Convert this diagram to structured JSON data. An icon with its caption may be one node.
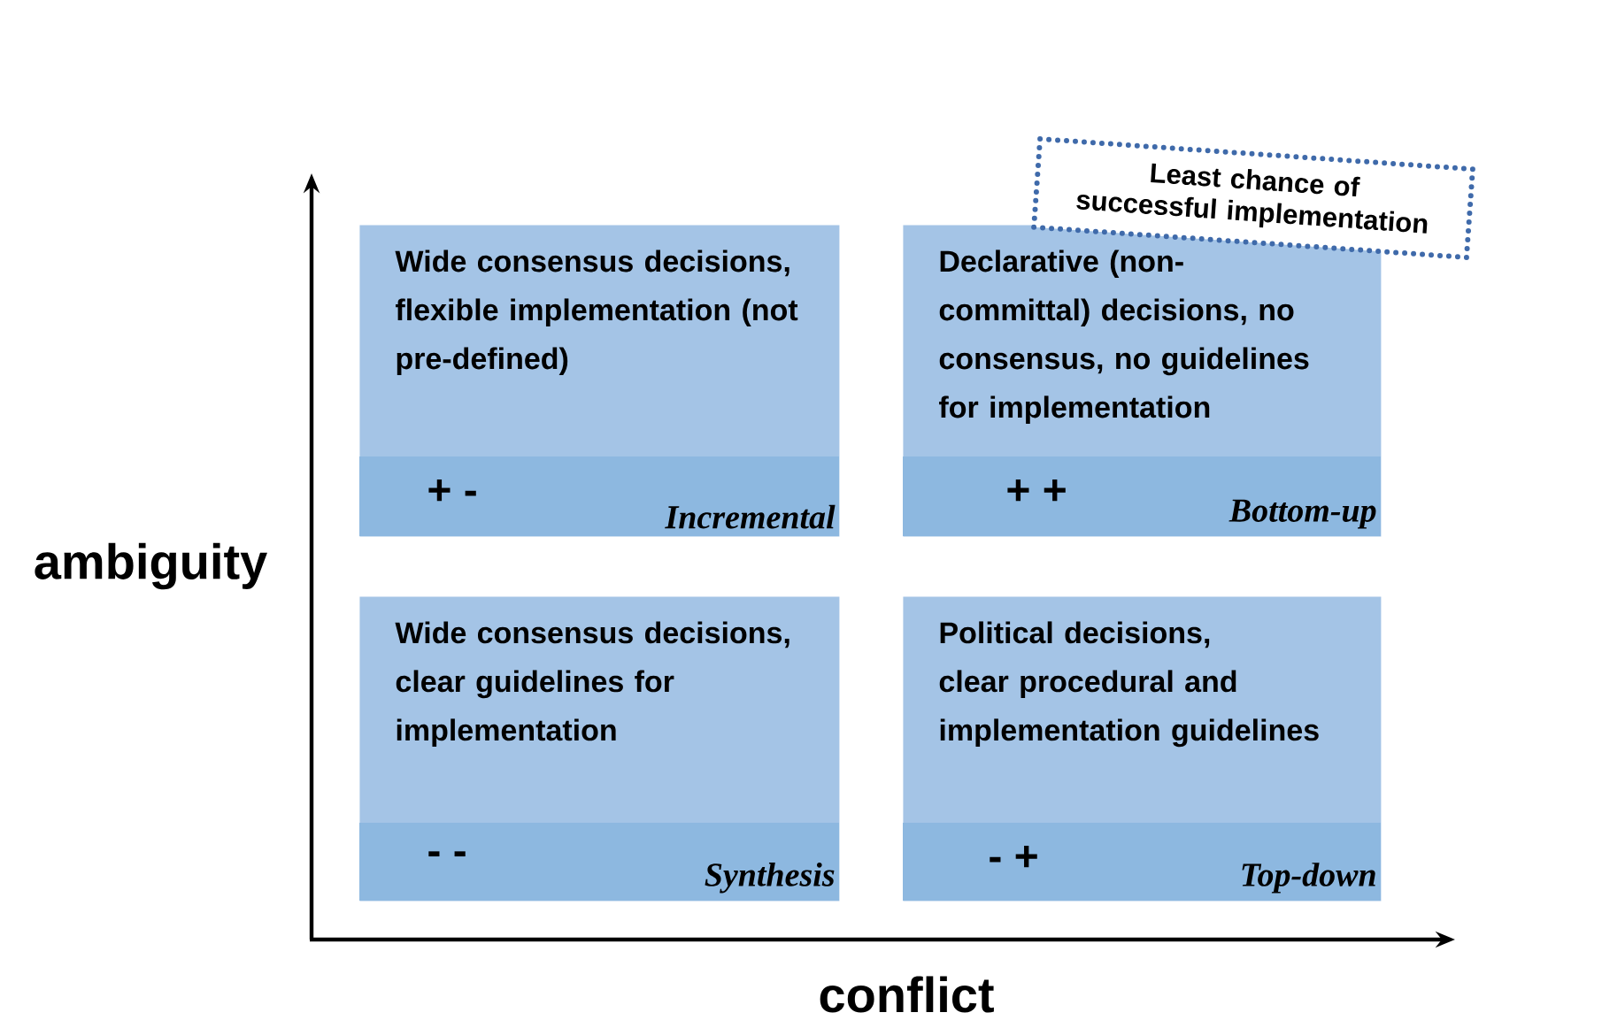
{
  "diagram": {
    "nodes": [
      {
        "text": [
          "Wide consensus decisions, flexible implementation (not pre-defined)",
          "+ -",
          "Incremental"
        ]
      },
      {
        "text": [
          "Declarative (non-committal) decisions, no consensus, no guidelines for implementation",
          "+ +",
          "Bottom-up"
        ]
      },
      {
        "text": [
          "Wide consensus decisions, clear guidelines for implementation",
          "- -",
          "Synthesis"
        ]
      },
      {
        "text": [
          "Political decisions, clear procedural and implementation guidelines",
          "- +",
          "Top-down"
        ]
      },
      {
        "text": [
          "Least chance of successful implementation"
        ]
      }
    ],
    "labels": [
      "ambiguity",
      "conflict"
    ]
  }
}
